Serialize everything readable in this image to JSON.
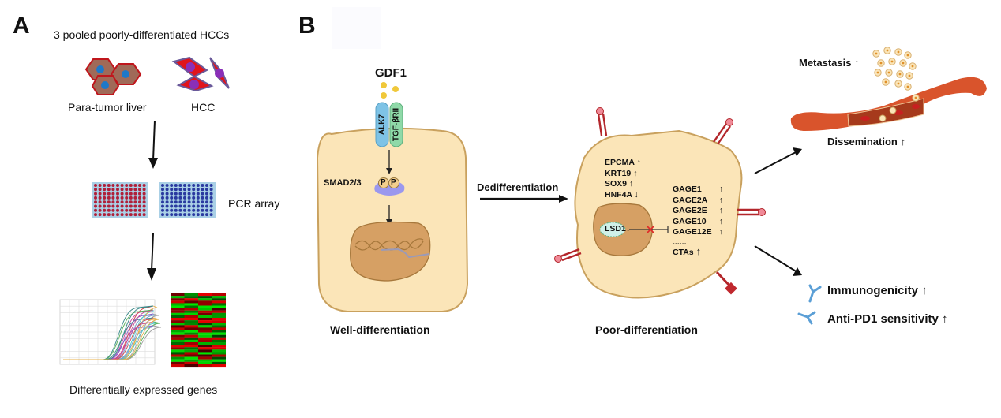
{
  "panel_a": {
    "letter": "A",
    "title": "3 pooled poorly-differentiated HCCs",
    "tissue_labels": [
      "Para-tumor liver",
      "HCC"
    ],
    "pcr_label": "PCR array",
    "result_label": "Differentially expressed genes"
  },
  "panel_b": {
    "letter": "B",
    "ligand": "GDF1",
    "receptor_1": "ALK7",
    "receptor_2": "TGF-βRII",
    "smad": "SMAD2/3",
    "phospho": "P",
    "transition": "Dedifferentiation",
    "well_label": "Well-differentiation",
    "poor_label": "Poor-differentiation",
    "markers": [
      {
        "gene": "EPCMA",
        "dir": "↑"
      },
      {
        "gene": "KRT19",
        "dir": "↑"
      },
      {
        "gene": "SOX9",
        "dir": "↑"
      },
      {
        "gene": "HNF4A",
        "dir": "↓"
      }
    ],
    "lsd1": "LSD1",
    "lsd1_dir": "↓",
    "ctas": [
      {
        "gene": "GAGE1",
        "dir": "↑"
      },
      {
        "gene": "GAGE2A",
        "dir": "↑"
      },
      {
        "gene": "GAGE2E",
        "dir": "↑"
      },
      {
        "gene": "GAGE10",
        "dir": "↑"
      },
      {
        "gene": "GAGE12E",
        "dir": "↑"
      }
    ],
    "ellipsis": "......",
    "ctas_label": "CTAs",
    "ctas_dir": "↑",
    "metastasis": "Metastasis",
    "dissemination": "Dissemination",
    "immunogenicity": "Immunogenicity",
    "anti_pd1": "Anti-PD1 sensitivity",
    "up": "↑"
  },
  "colors": {
    "cell_fill": "#fbe5b8",
    "cell_stroke": "#c9a15e",
    "nucleus": "#d6a064",
    "alk7": "#7ec3e6",
    "tgfbrii": "#8fd9a8",
    "ligand": "#f0c83a",
    "smad": "#9b98ee",
    "receptor_red": "#b3262b",
    "vessel": "#d9542c",
    "antibody": "#5b9fd6"
  }
}
